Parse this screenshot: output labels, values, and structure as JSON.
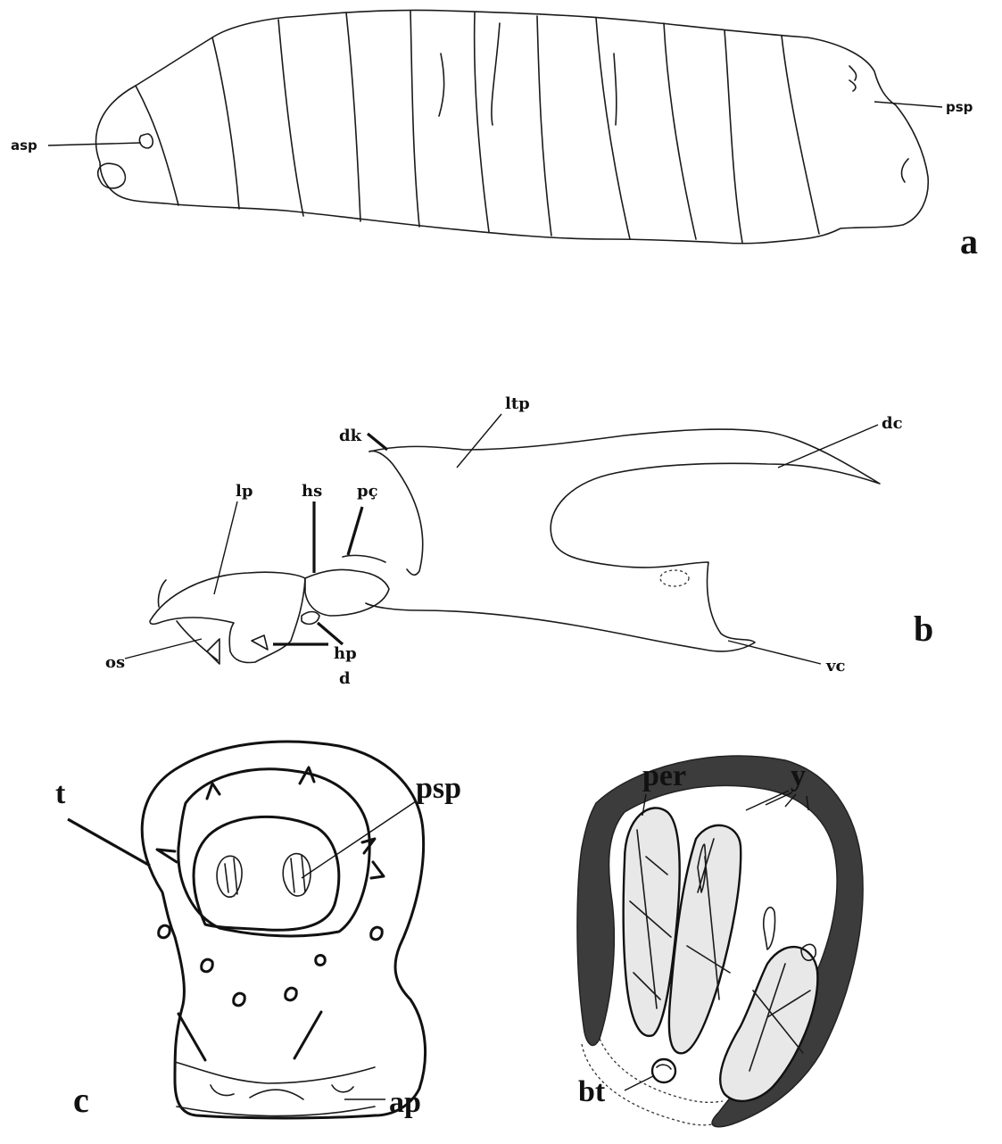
{
  "panels": {
    "a": {
      "letter": "a",
      "labels": {
        "asp": "asp",
        "psp": "psp"
      }
    },
    "b": {
      "letter": "b",
      "labels": {
        "dk": "dk",
        "ltp": "ltp",
        "dc": "dc",
        "lp": "lp",
        "hs": "hs",
        "pc": "pç",
        "os": "os",
        "hp": "hp",
        "d": "d",
        "vc": "vc"
      }
    },
    "c": {
      "letter": "c",
      "labels": {
        "t": "t",
        "psp": "psp",
        "ap": "ap"
      }
    },
    "d": {
      "labels": {
        "per": "per",
        "y": "y",
        "bt": "bt"
      }
    }
  }
}
